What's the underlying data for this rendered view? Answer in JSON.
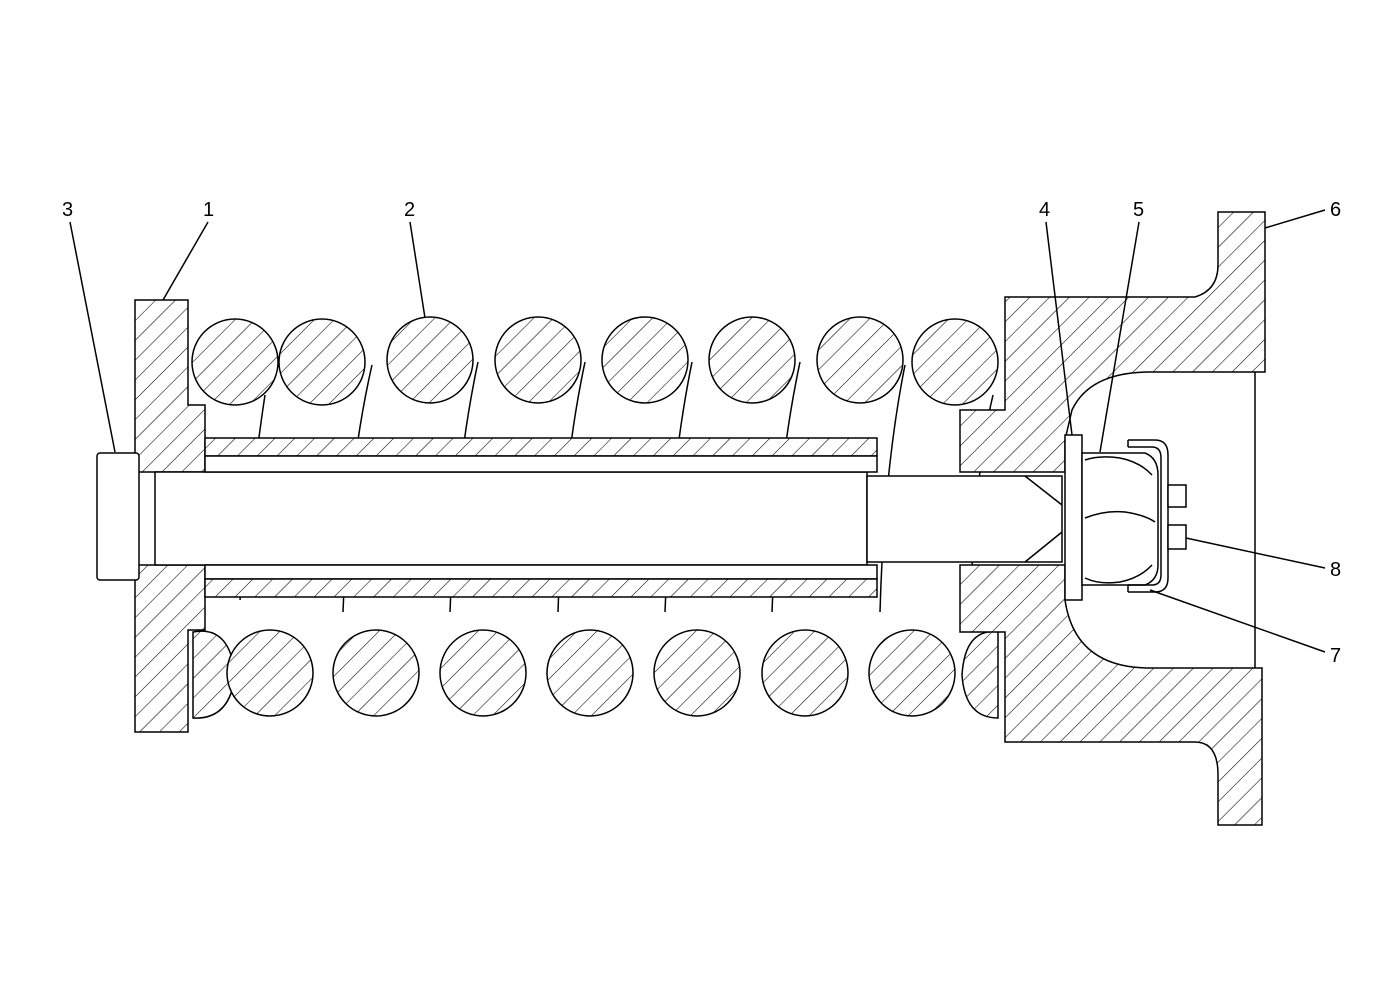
{
  "callouts": [
    {
      "id": "c1",
      "label": "1"
    },
    {
      "id": "c2",
      "label": "2"
    },
    {
      "id": "c3",
      "label": "3"
    },
    {
      "id": "c4",
      "label": "4"
    },
    {
      "id": "c5",
      "label": "5"
    },
    {
      "id": "c6",
      "label": "6"
    },
    {
      "id": "c7",
      "label": "7"
    },
    {
      "id": "c8",
      "label": "8"
    }
  ],
  "colors": {
    "ink": "#000000",
    "paper": "#ffffff"
  }
}
